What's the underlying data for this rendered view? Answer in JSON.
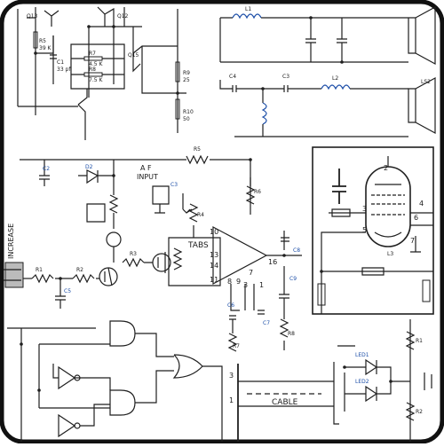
{
  "labels": {
    "q13": "Q13",
    "q12": "Q12",
    "q15": "Q15",
    "r5": "R5",
    "r5v": "39 K",
    "c1": "C1",
    "c1v": "33 pf",
    "r7": "R7",
    "r7v": "4.5 K",
    "r8": "R8",
    "r8v": "7.5 K",
    "r9": "R9",
    "r9v": "25",
    "r10": "R10",
    "r10v": "50",
    "l1": "L1",
    "c4": "C4",
    "c3": "C3",
    "l2": "L2",
    "ls2": "LS2",
    "af1": "A  F",
    "af2": "INPUT",
    "r5b": "R5",
    "c2": "C2",
    "d2": "D2",
    "c3b": "C3",
    "r4": "R4",
    "r3": "R3",
    "r1": "R1",
    "r2": "R2",
    "c5": "C5",
    "tabs": "TABS",
    "increase": "INCREASE",
    "p10": "10",
    "p13": "13",
    "p14": "14",
    "p11": "11",
    "p8": "8",
    "p9": "9",
    "p16": "16",
    "p7": "7",
    "p3": "3",
    "p1": "1",
    "c6": "C6",
    "c7": "C7",
    "c8": "C8",
    "c9": "C9",
    "r6": "R6",
    "r7b": "R7",
    "r8b": "R8",
    "t2": "2",
    "t3": "3",
    "t4": "4",
    "t5": "5",
    "t6": "6",
    "t7": "7",
    "l3": "L3",
    "cable": "CABLE",
    "led1": "LED1",
    "led2": "LED2",
    "r1b": "R1",
    "r2b": "R2"
  }
}
